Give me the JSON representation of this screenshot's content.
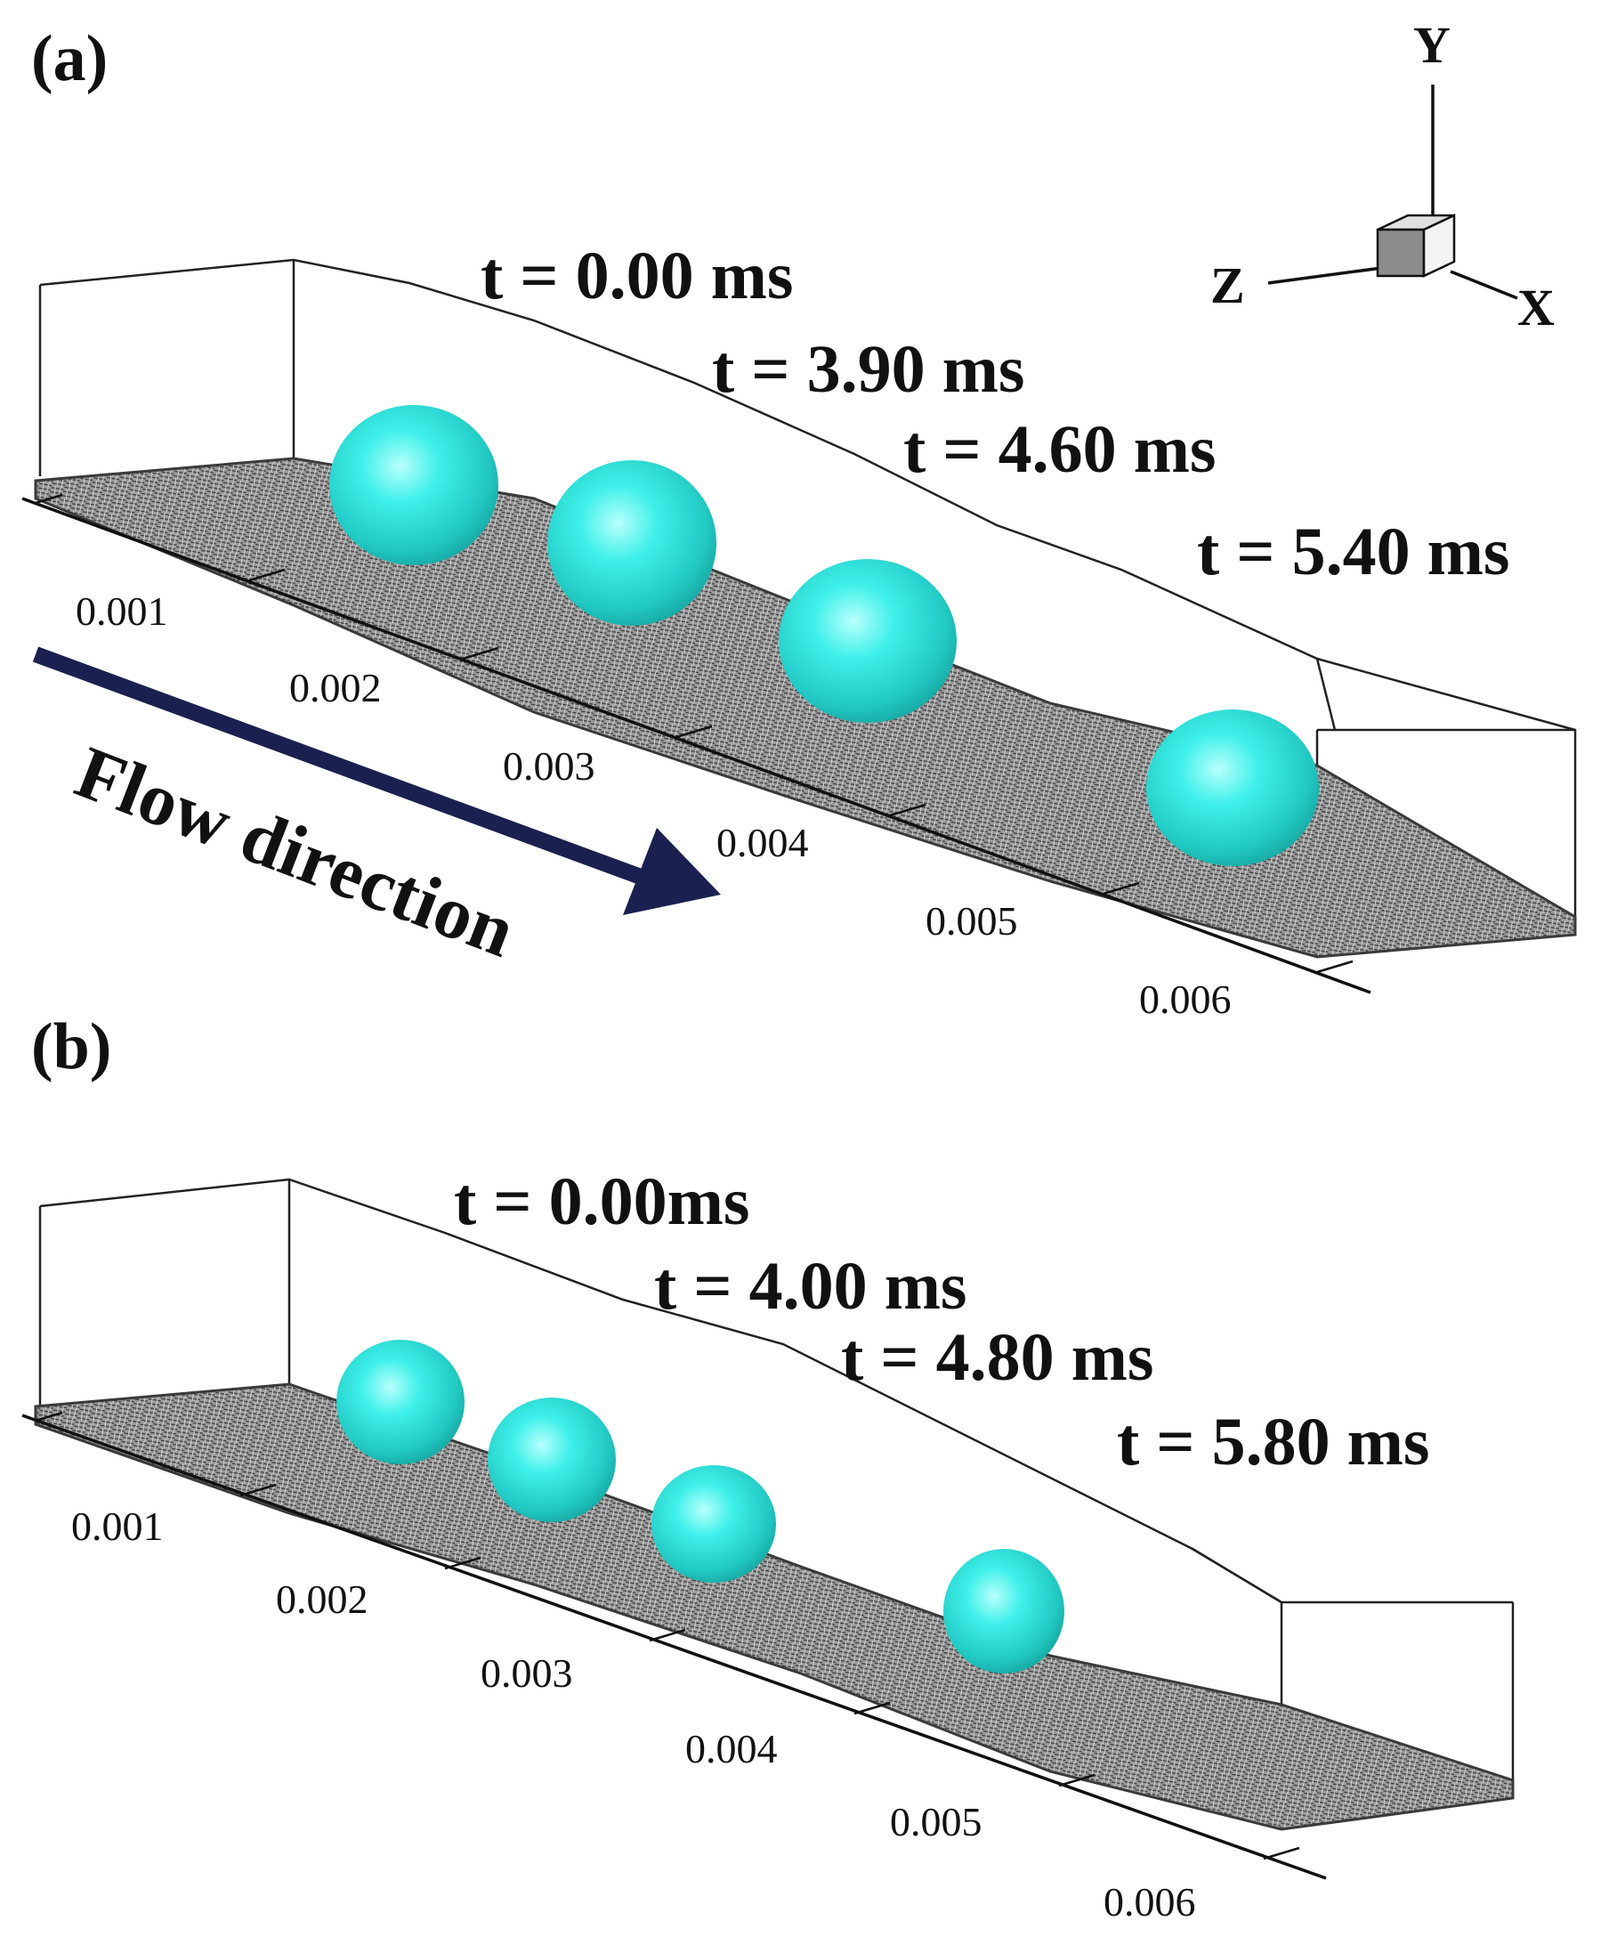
{
  "colors": {
    "bubble": "#34e3dd",
    "bubble_highlight": "#b8fffb",
    "bubble_shadow": "#17a9a4",
    "wall_surface": "#8e8e8e",
    "flow_arrow": "#1a2150",
    "outline": "#222222"
  },
  "triad": {
    "y": "Y",
    "z": "Z",
    "x": "X"
  },
  "flow_label": "Flow direction",
  "panels": [
    {
      "label": "(a)",
      "times": [
        "t = 0.00 ms",
        "t = 3.90 ms",
        "t = 4.60 ms",
        "t = 5.40 ms"
      ],
      "ticks": [
        "0.001",
        "0.002",
        "0.003",
        "0.004",
        "0.005",
        "0.006"
      ]
    },
    {
      "label": "(b)",
      "times": [
        "t = 0.00ms",
        "t = 4.00 ms",
        "t = 4.80 ms",
        "t = 5.80 ms"
      ],
      "ticks": [
        "0.001",
        "0.002",
        "0.003",
        "0.004",
        "0.005",
        "0.006"
      ]
    }
  ]
}
